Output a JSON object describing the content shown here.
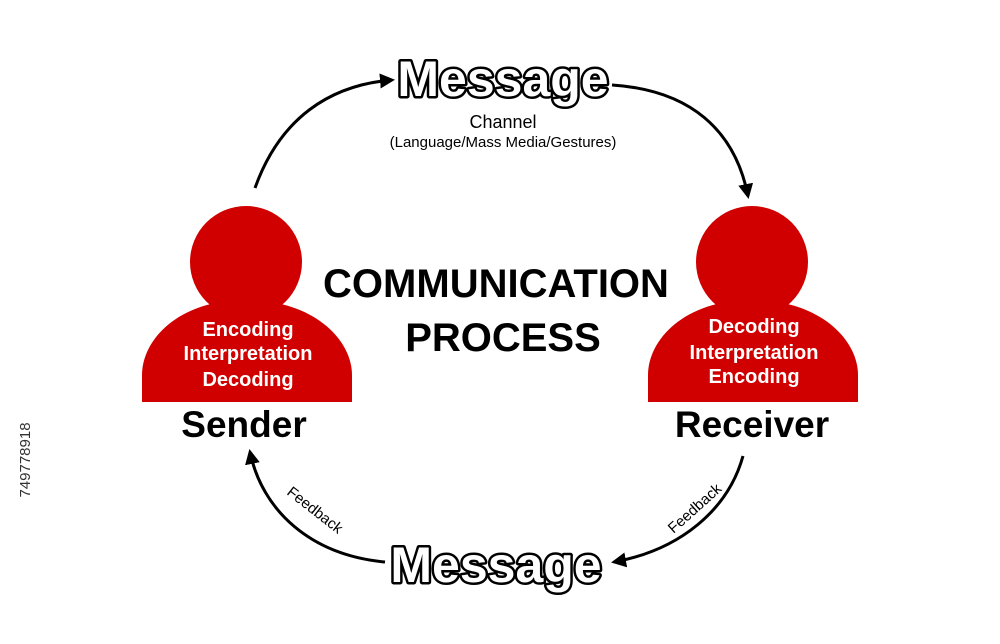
{
  "colors": {
    "person": "#d10000",
    "text": "#000000",
    "inner_text": "#ffffff",
    "background": "#ffffff"
  },
  "top_message": {
    "title": "Message",
    "channel": "Channel",
    "channel_detail": "(Language/Mass Media/Gestures)"
  },
  "bottom_message": {
    "title": "Message"
  },
  "center": {
    "line1": "COMMUNICATION",
    "line2": "PROCESS"
  },
  "sender": {
    "label": "Sender",
    "steps": [
      "Encoding",
      "Interpretation",
      "Decoding"
    ],
    "icon": "person-icon"
  },
  "receiver": {
    "label": "Receiver",
    "steps": [
      "Decoding",
      "Interpretation",
      "Encoding"
    ],
    "icon": "person-icon"
  },
  "feedback": {
    "left": "Feedback",
    "right": "Feedback"
  },
  "stock_id": "749778918"
}
